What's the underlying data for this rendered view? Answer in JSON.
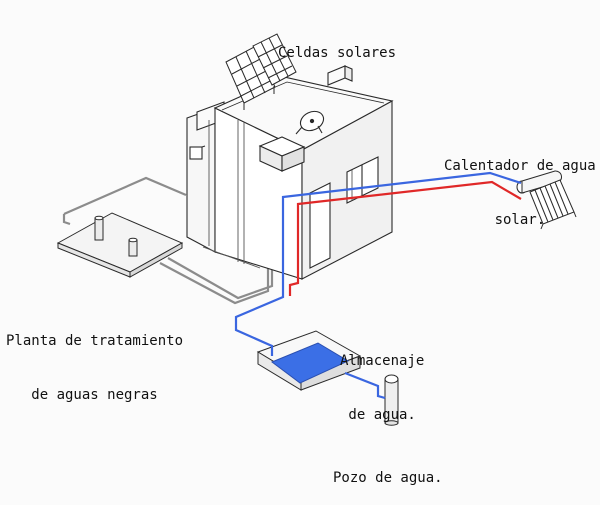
{
  "labels": {
    "solar_cells": "Celdas solares",
    "solar_heater_line1": "Calentador de agua",
    "solar_heater_line2": "solar.",
    "treatment_line1": "Planta de tratamiento",
    "treatment_line2": "de aguas negras",
    "storage_line1": "Almacenaje",
    "storage_line2": "de agua.",
    "well": "Pozo de agua."
  },
  "colors": {
    "cold_water_pipe": "#3a66e0",
    "hot_water_pipe": "#e02828",
    "wastewater_pipe": "#8c8c8c",
    "stored_water": "#3b6fe6",
    "outline": "#2a2a2a"
  }
}
